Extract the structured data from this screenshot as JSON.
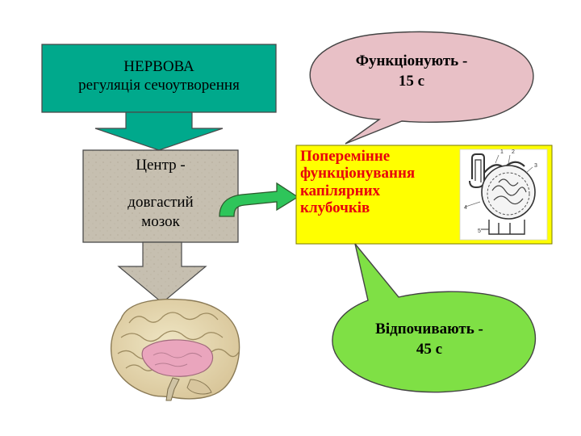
{
  "regulation_box": {
    "line1": "НЕРВОВА",
    "line2": "регуляція сечоутворення"
  },
  "center_box": {
    "line1": "Центр -",
    "line2": "довгастий",
    "line3": "мозок"
  },
  "alternation_box": {
    "line1": "Поперемінне",
    "line2": "функціонування",
    "line3": "капілярних",
    "line4": "клубочків"
  },
  "functioning_callout": {
    "line1": "Функціонують -",
    "line2": "15 с"
  },
  "resting_callout": {
    "line1": "Відпочивають -",
    "line2": "45 с"
  },
  "nephron_labels": [
    "1",
    "2",
    "3",
    "4",
    "5"
  ],
  "colors": {
    "regulation_fill": "#00a98c",
    "center_fill": "#c6bfb0",
    "arrow_fill": "#2ec55a",
    "alternation_fill": "#ffff00",
    "alternation_text": "#e8000b",
    "functioning_fill": "#e8c0c6",
    "resting_fill": "#7fe045"
  }
}
